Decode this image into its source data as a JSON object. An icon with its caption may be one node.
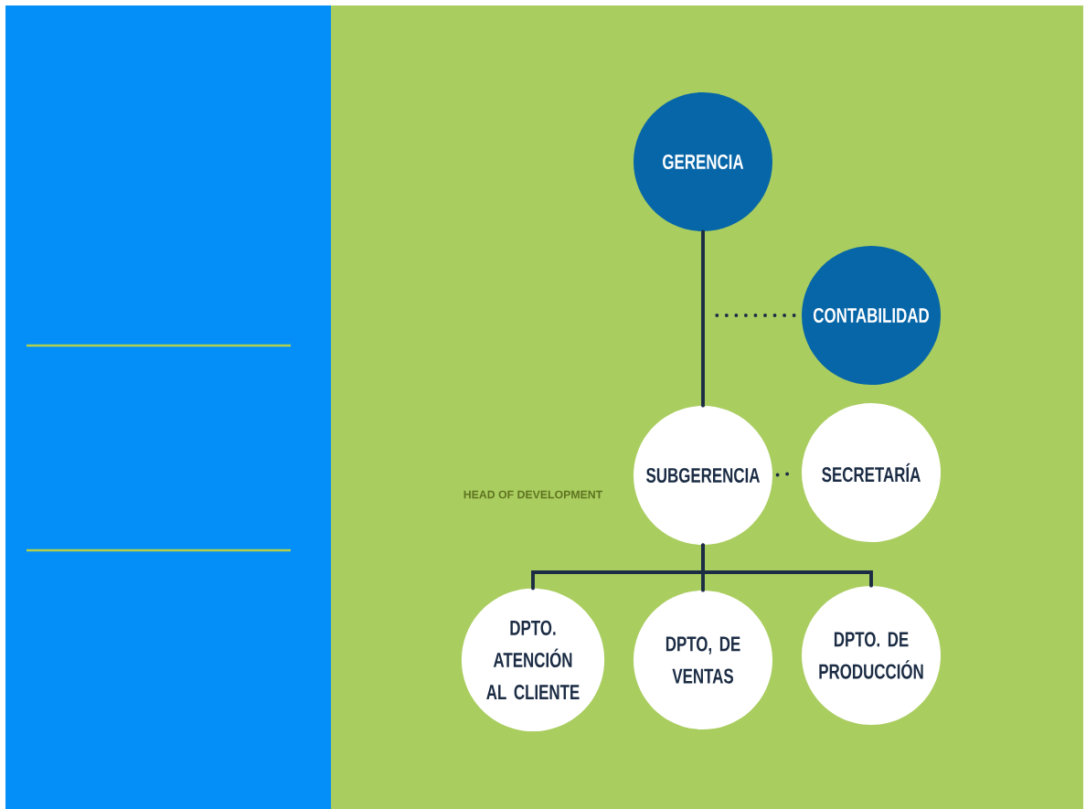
{
  "diagram": {
    "nodes": [
      {
        "text": [
          "GERENCIA"
        ]
      },
      {
        "text": [
          "CONTABILIDAD"
        ]
      },
      {
        "text": [
          "SUBGERENCIA"
        ]
      },
      {
        "text": [
          "SECRETARÍA"
        ]
      },
      {
        "text": [
          "DPTO. ATENCIÓN AL CLIENTE"
        ]
      },
      {
        "text": [
          "DPTO, DE VENTAS"
        ]
      },
      {
        "text": [
          "DPTO. DE PRODUCCIÓN"
        ]
      }
    ],
    "edges": [
      {
        "from": 0,
        "to": 2,
        "arrow": "none"
      },
      {
        "from": null,
        "to": 1,
        "arrow": "none",
        "style": "dashed"
      },
      {
        "from": 2,
        "to": 3,
        "arrow": "none",
        "style": "dashed"
      },
      {
        "from": 2,
        "to": 4,
        "arrow": "none"
      },
      {
        "from": 2,
        "to": 5,
        "arrow": "none"
      },
      {
        "from": 2,
        "to": 6,
        "arrow": "none"
      }
    ],
    "labels": [
      "HEAD OF DEVELOPMENT"
    ]
  }
}
